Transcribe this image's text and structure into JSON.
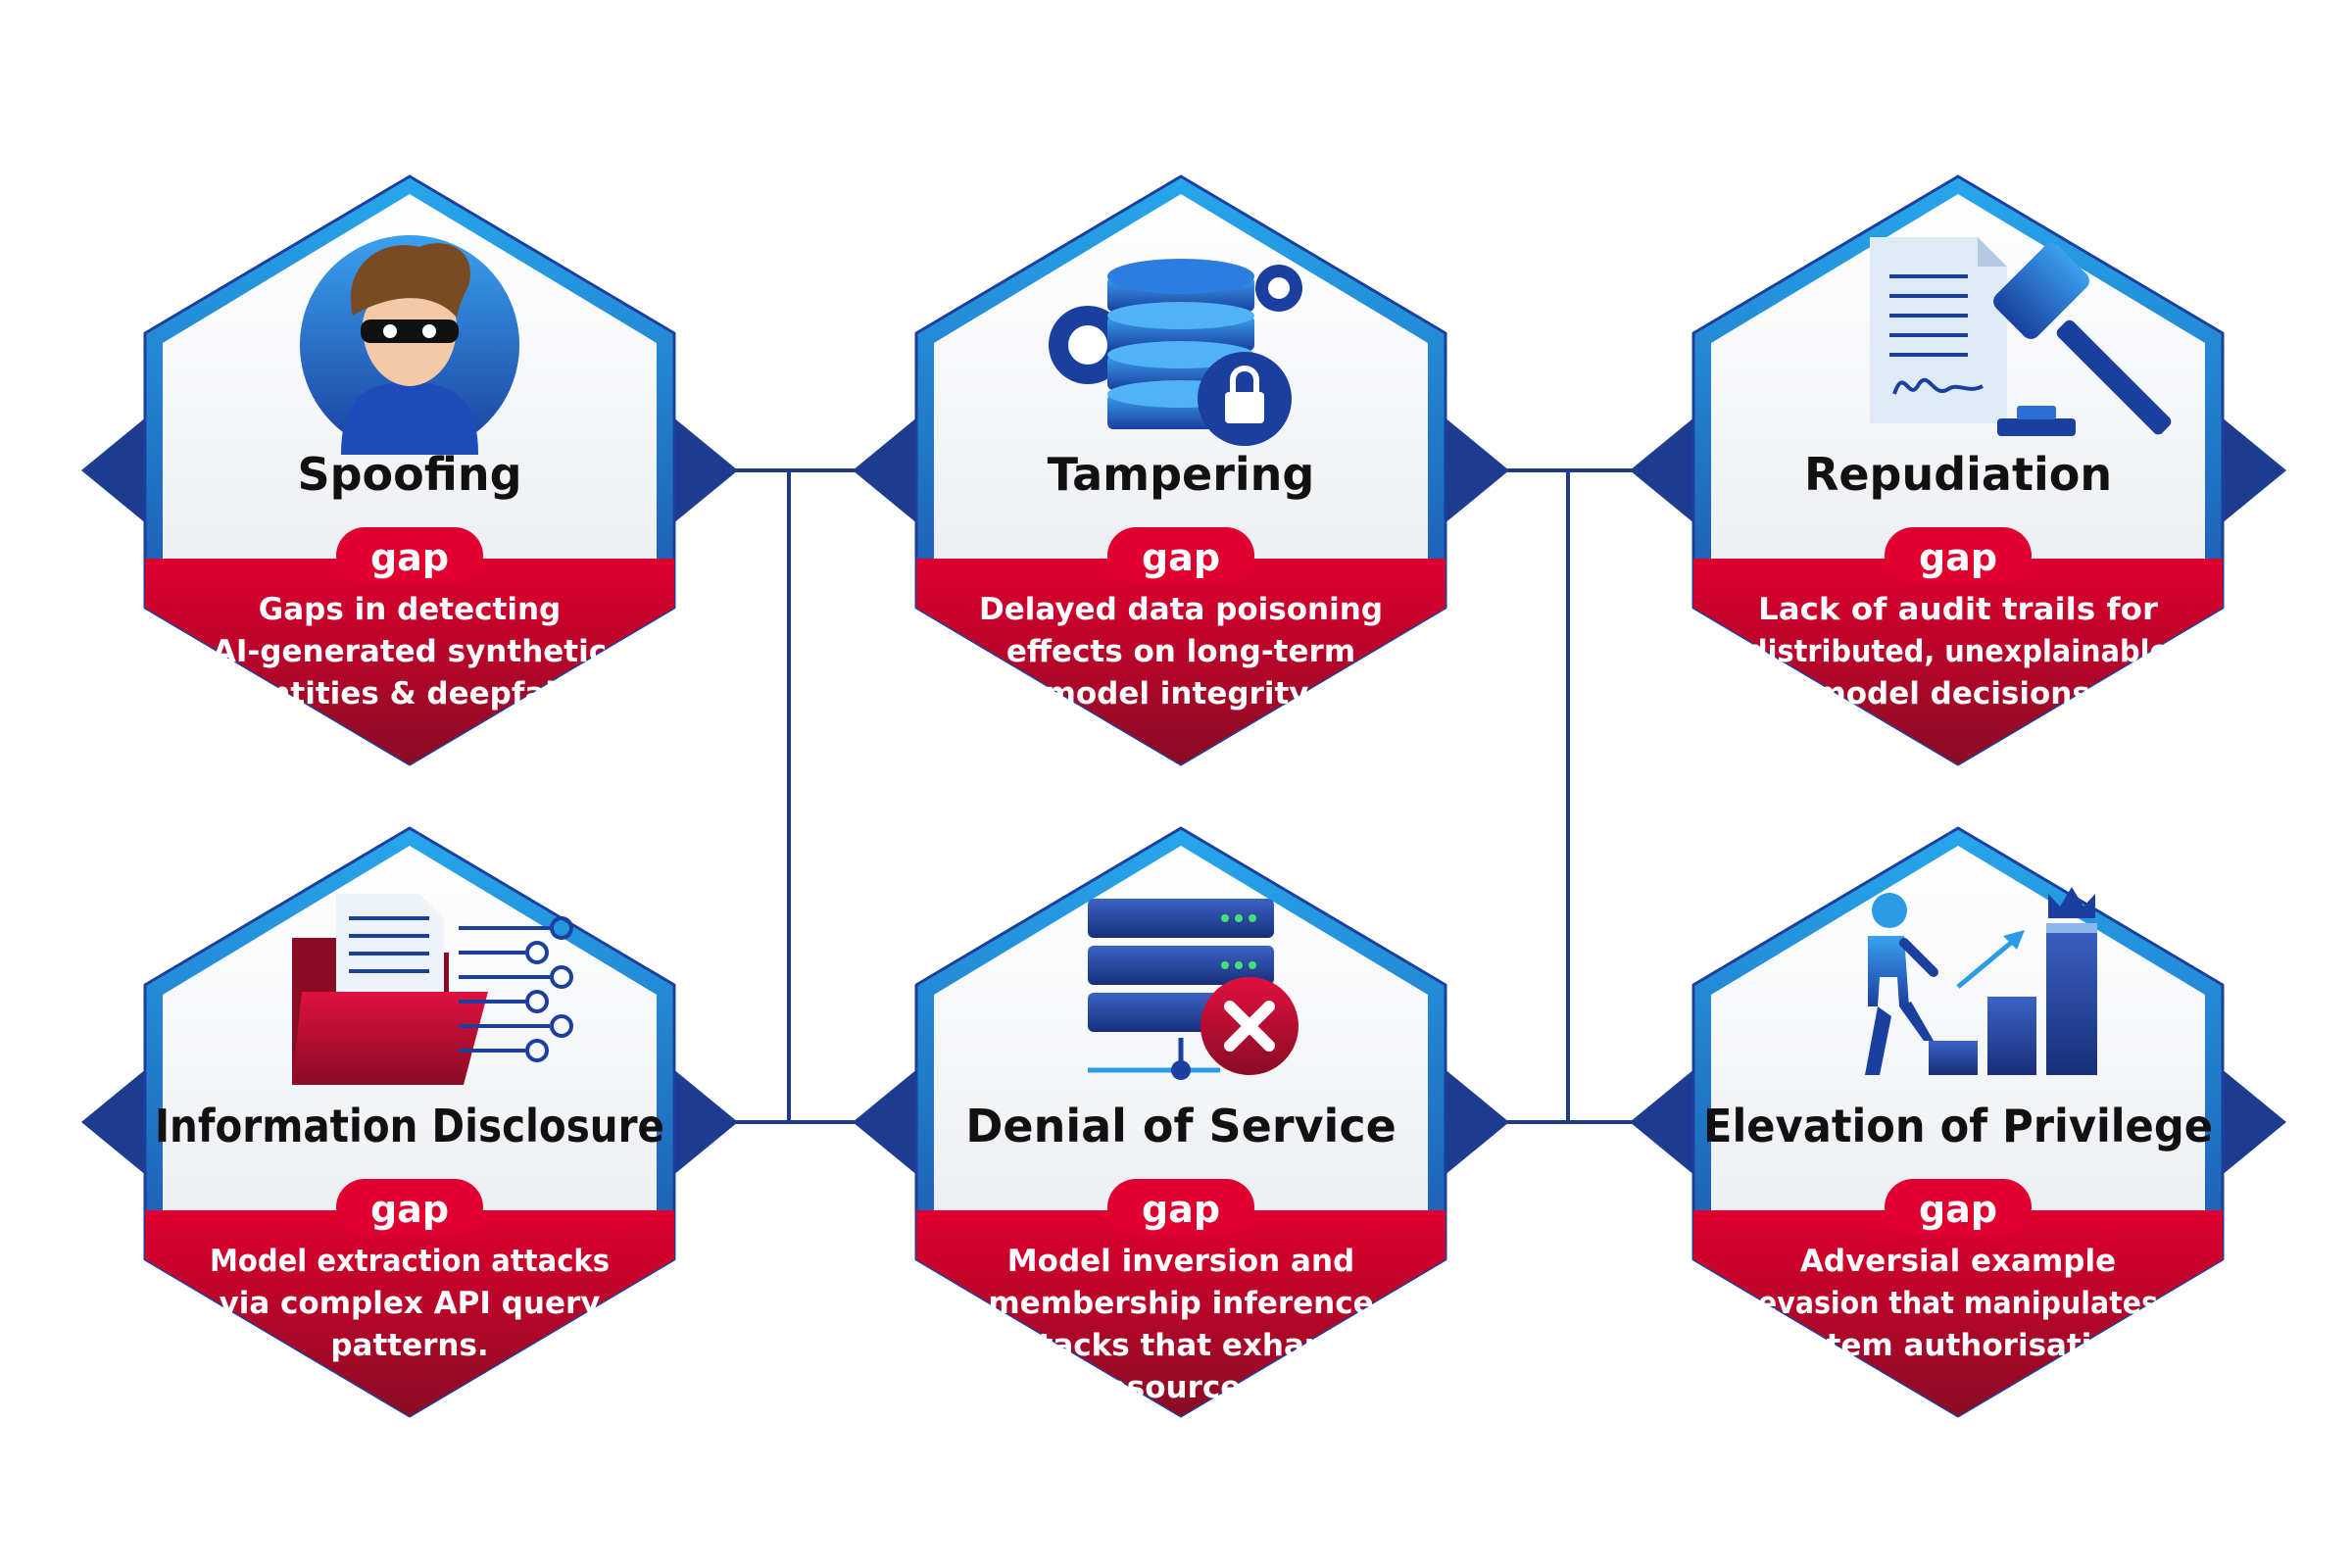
{
  "colors": {
    "frame_light": "#27a7ec",
    "frame_dark": "#1a3f9e",
    "tab_dark": "#1d3b8f",
    "panel_top": "#ffffff",
    "panel_bottom": "#e4e7ec",
    "red_top": "#e0002f",
    "red_bottom": "#8a0c24",
    "connector": "#1f3a8a"
  },
  "nodes": [
    {
      "id": "spoofing",
      "icon": "masked-person-icon",
      "title": "Spoofing",
      "badge": "gap",
      "lines": [
        "Gaps in detecting",
        "AI-generated synthetic",
        "identities & deepfakes"
      ]
    },
    {
      "id": "tampering",
      "icon": "database-lock-icon",
      "title": "Tampering",
      "badge": "gap",
      "lines": [
        "Delayed data poisoning",
        "effects on long-term",
        "model integrity."
      ]
    },
    {
      "id": "repudiation",
      "icon": "document-gavel-icon",
      "title": "Repudiation",
      "badge": "gap",
      "lines": [
        "Lack of audit trails for",
        "distributed, unexplainable",
        "model decisions."
      ]
    },
    {
      "id": "information-disclosure",
      "icon": "folder-data-icon",
      "title": "Information Disclosure",
      "badge": "gap",
      "lines": [
        "Model extraction attacks",
        "via complex API query",
        "patterns."
      ]
    },
    {
      "id": "denial-of-service",
      "icon": "server-error-icon",
      "title": "Denial of Service",
      "badge": "gap",
      "lines": [
        "Model inversion and",
        "membership inference",
        "attacks that exhaust",
        "resources."
      ]
    },
    {
      "id": "elevation-of-privilege",
      "icon": "climbing-person-icon",
      "title": "Elevation of Privilege",
      "badge": "gap",
      "lines": [
        "Adversial example",
        "evasion that manipulates",
        "system authorisation."
      ]
    }
  ]
}
